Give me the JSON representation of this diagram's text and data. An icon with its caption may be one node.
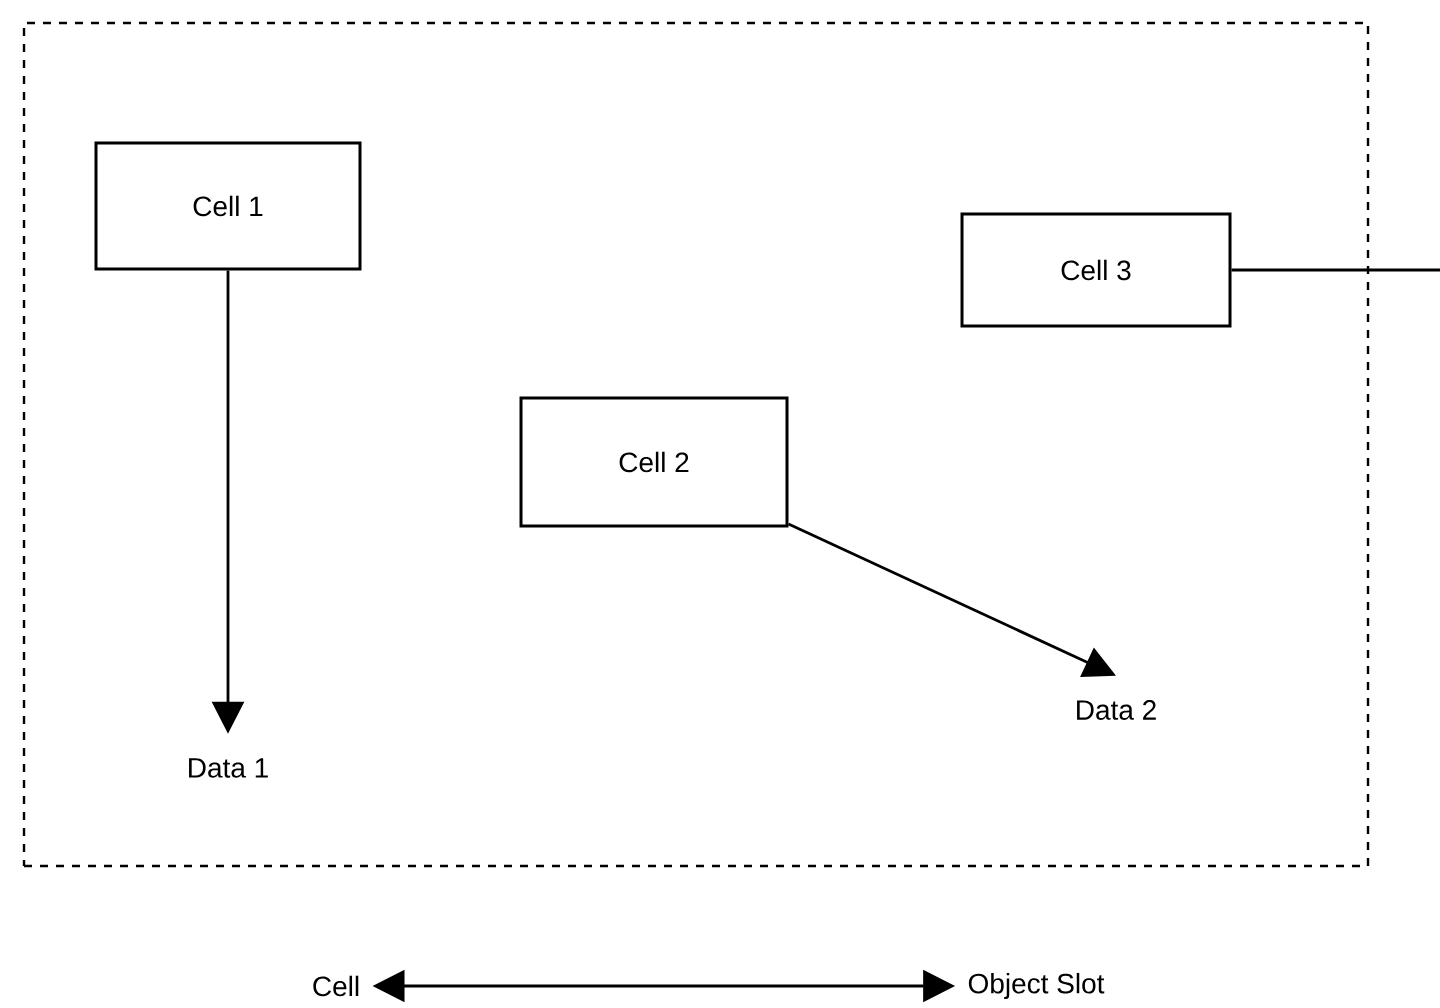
{
  "diagram": {
    "nodes": [
      {
        "text": [],
        "shape": "box"
      },
      {
        "text": [
          "Cell 1"
        ],
        "in": 0
      },
      {
        "text": [
          "Cell 2"
        ],
        "in": 0
      },
      {
        "text": [
          "Cell 3"
        ],
        "in": 0
      },
      {
        "text": [
          "Data 1"
        ],
        "in": 0
      },
      {
        "text": [
          "Data 2"
        ],
        "in": 0
      },
      {
        "text": [
          "Cell"
        ]
      },
      {
        "text": [
          "Object Slot"
        ]
      }
    ],
    "edges": [
      {
        "from": 1,
        "to": 4,
        "arrow": "to"
      },
      {
        "from": 2,
        "to": 5,
        "arrow": "to"
      },
      {
        "from": 3,
        "to": null,
        "arrow": "none"
      },
      {
        "from": 6,
        "to": 7,
        "arrow": "both"
      }
    ]
  }
}
